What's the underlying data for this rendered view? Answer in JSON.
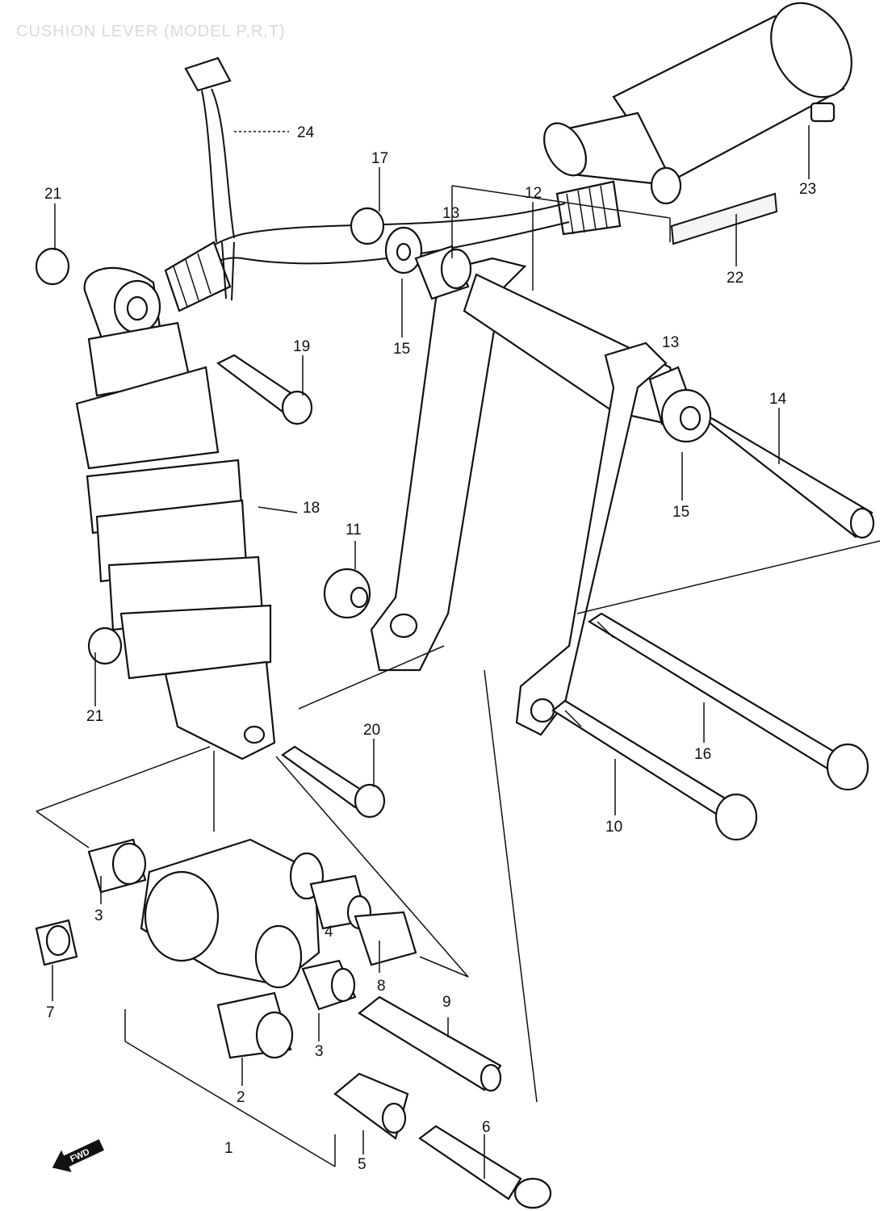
{
  "diagram": {
    "title": "CUSHION LEVER (MODEL P,R,T)",
    "forward_marker": "FWD",
    "part_labels": {
      "p1": "1",
      "p2": "2",
      "p3a": "3",
      "p3b": "3",
      "p4": "4",
      "p5": "5",
      "p6": "6",
      "p7": "7",
      "p8": "8",
      "p9": "9",
      "p10": "10",
      "p11": "11",
      "p12": "12",
      "p13a": "13",
      "p13b": "13",
      "p14": "14",
      "p15a": "15",
      "p15b": "15",
      "p16": "16",
      "p17": "17",
      "p18": "18",
      "p19": "19",
      "p20": "20",
      "p21a": "21",
      "p21b": "21",
      "p22": "22",
      "p23": "23",
      "p24": "24"
    }
  }
}
